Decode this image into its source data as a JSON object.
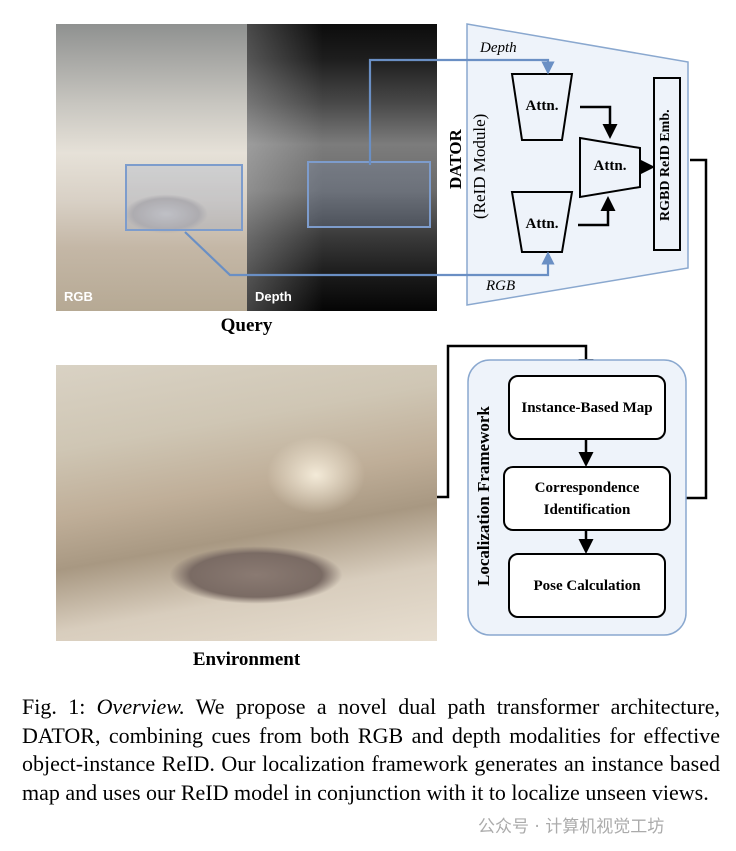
{
  "query": {
    "rgb_tag": "RGB",
    "depth_tag": "Depth",
    "label": "Query"
  },
  "environment": {
    "label": "Environment"
  },
  "dator": {
    "title": "DATOR",
    "subtitle": "(ReID Module)",
    "depth_input": "Depth",
    "rgb_input": "RGB",
    "attn_label": "Attn.",
    "embedding": "RGBD ReID Emb."
  },
  "localization": {
    "title": "Localization Framework",
    "steps": [
      "Instance-Based Map",
      "Correspondence Identification",
      "Pose Calculation"
    ]
  },
  "caption": {
    "prefix": "Fig. 1: ",
    "title": "Overview.",
    "body": " We propose a novel dual path transformer architecture, DATOR, combining cues from both RGB and depth modalities for effective object-instance ReID. Our localization framework generates an instance based map and uses our ReID model in conjunction with it to localize unseen views."
  },
  "watermark": "公众号 · 计算机视觉工坊",
  "colors": {
    "module_fill": "#eef3fa",
    "module_stroke": "#8aa8cf",
    "arrow_blue": "#6a8fc4",
    "arrow_black": "#000000"
  }
}
